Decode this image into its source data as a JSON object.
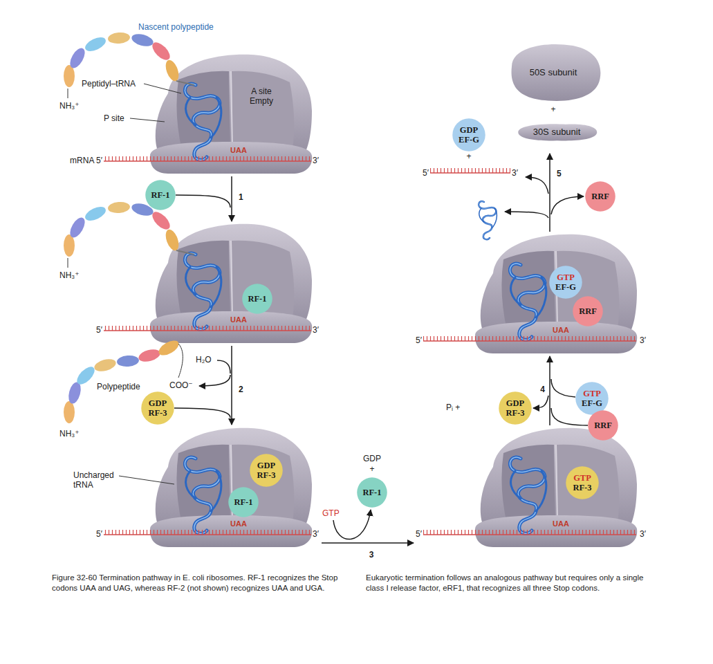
{
  "diagram": {
    "caption": "Figure 32-60 Termination pathway in E. coli ribosomes. RF-1 recognizes the Stop codons UAA and UAG, whereas RF-2 (not shown) recognizes UAA and UGA. Eukaryotic termination follows an analogous pathway but requires only a single class I release factor, eRF1, that recognizes all three Stop codons.",
    "nodes": [
      {
        "text": [
          "RF-1"
        ]
      },
      {
        "text": [
          "RF-1"
        ]
      },
      {
        "text": [
          "GDP",
          "RF-3"
        ]
      },
      {
        "text": [
          "GDP",
          "RF-3"
        ]
      },
      {
        "text": [
          "RF-1"
        ]
      },
      {
        "text": [
          "RF-1"
        ]
      },
      {
        "text": [
          "GTP",
          "RF-3"
        ]
      },
      {
        "text": [
          "GDP",
          "RF-3"
        ]
      },
      {
        "text": [
          "GTP",
          "EF-G"
        ]
      },
      {
        "text": [
          "RRF"
        ]
      },
      {
        "text": [
          "GTP",
          "EF-G"
        ]
      },
      {
        "text": [
          "RRF"
        ]
      },
      {
        "text": [
          "RRF"
        ]
      },
      {
        "text": [
          "GDP",
          "EF-G"
        ]
      },
      {
        "text": [
          "50S subunit"
        ]
      },
      {
        "text": [
          "30S subunit"
        ]
      }
    ],
    "labels": [
      "Nascent polypeptide",
      "Peptidyl–tRNA",
      "NH₃⁺",
      "P site",
      "A site Empty",
      "mRNA 5′",
      "UAA",
      "3′",
      "1",
      "NH₃⁺",
      "5′",
      "UAA",
      "3′",
      "H₂O",
      "Polypeptide",
      "COO⁻",
      "2",
      "NH₃⁺",
      "Uncharged tRNA",
      "5′",
      "UAA",
      "3′",
      "GDP",
      "+",
      "GTP",
      "3",
      "5′",
      "UAA",
      "3′",
      "Pᵢ +",
      "4",
      "5′",
      "UAA",
      "3′",
      "5",
      "+",
      "5′",
      "3′",
      "+"
    ]
  }
}
